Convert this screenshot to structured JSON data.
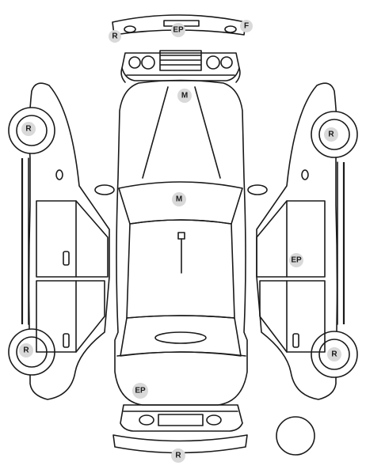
{
  "labels": {
    "front_bumper_left": "R",
    "front_bumper_center": "EP",
    "front_bumper_right": "F",
    "hood": "M",
    "roof": "M",
    "trunk": "EP",
    "rear_bumper": "R",
    "left_front_wheel": "R",
    "left_rear_wheel": "R",
    "right_front_wheel": "R",
    "right_rear_wheel": "R",
    "right_side_door": "EP"
  },
  "colors": {
    "line": "#1a1a1a",
    "badge": "#d9d9d9",
    "background": "#ffffff"
  }
}
